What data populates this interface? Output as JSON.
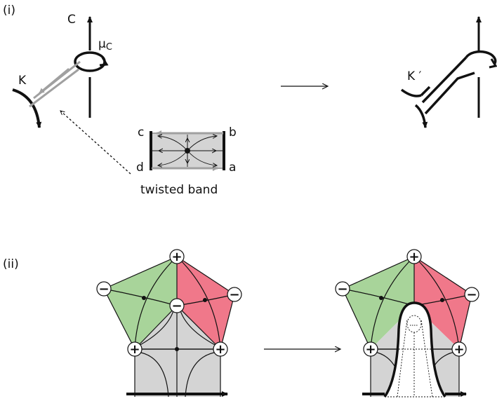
{
  "panels": {
    "i": "(i)",
    "ii": "(ii)"
  },
  "labels": {
    "C": "C",
    "mu": "μ",
    "mu_sub": "C",
    "K": "K",
    "K_prime": "K ′",
    "band": {
      "a": "a",
      "b": "b",
      "c": "c",
      "d": "d",
      "caption": "twisted band"
    }
  },
  "signs": {
    "plus": "+",
    "minus": "−"
  },
  "colors": {
    "green": "#a8d49a",
    "red": "#f0788a",
    "gray": "#d4d4d4",
    "arrow_gray": "#a0a0a0",
    "stroke": "#111111"
  }
}
